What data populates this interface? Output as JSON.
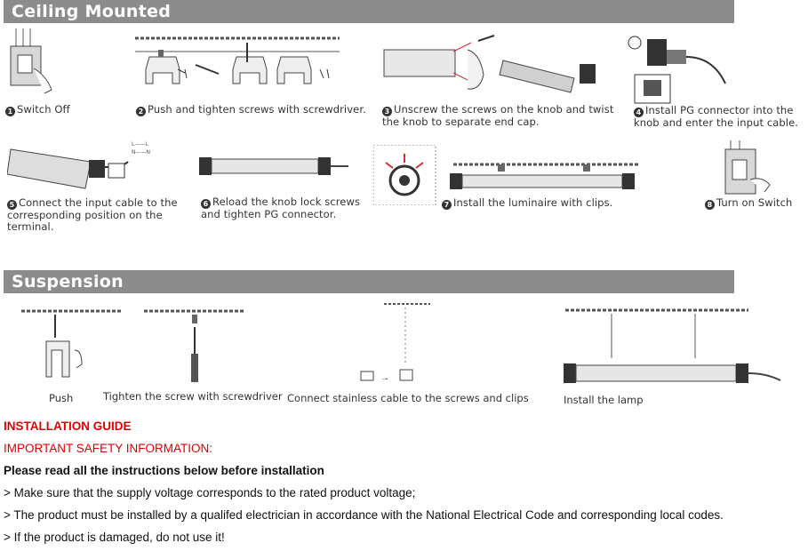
{
  "ceiling": {
    "title": "Ceiling Mounted",
    "steps": [
      {
        "n": "1",
        "text": "Switch Off"
      },
      {
        "n": "2",
        "text": "Push and tighten screws with screwdriver."
      },
      {
        "n": "3",
        "text": "Unscrew the screws on the knob and twist the knob to separate end cap."
      },
      {
        "n": "4",
        "text": "Install PG connector into the knob and enter the input cable."
      },
      {
        "n": "5",
        "text": "Connect the input cable to the corresponding  position on the terminal."
      },
      {
        "n": "6",
        "text": "Reload the knob lock screws and tighten PG connector."
      },
      {
        "n": "7",
        "text": "Install the luminaire with clips."
      },
      {
        "n": "8",
        "text": "Turn on Switch"
      }
    ],
    "wire_labels": {
      "l": "L——L",
      "n": "N——N"
    }
  },
  "suspension": {
    "title": "Suspension",
    "captions": [
      "Push",
      "Tighten the screw with screwdriver",
      "Connect stainless  cable  to  the  screws  and clips",
      "Install the lamp"
    ]
  },
  "guide": {
    "heading": "INSTALLATION GUIDE",
    "safety": "IMPORTANT SAFETY INFORMATION:",
    "read": "Please read all the instructions below before installation",
    "items": [
      "> Make sure that the supply voltage corresponds to the rated product voltage;",
      "> The product must be installed by a qualifed electrician in accordance with the National Electrical Code and corresponding local codes.",
      "> If the product is damaged, do not use it!"
    ]
  }
}
